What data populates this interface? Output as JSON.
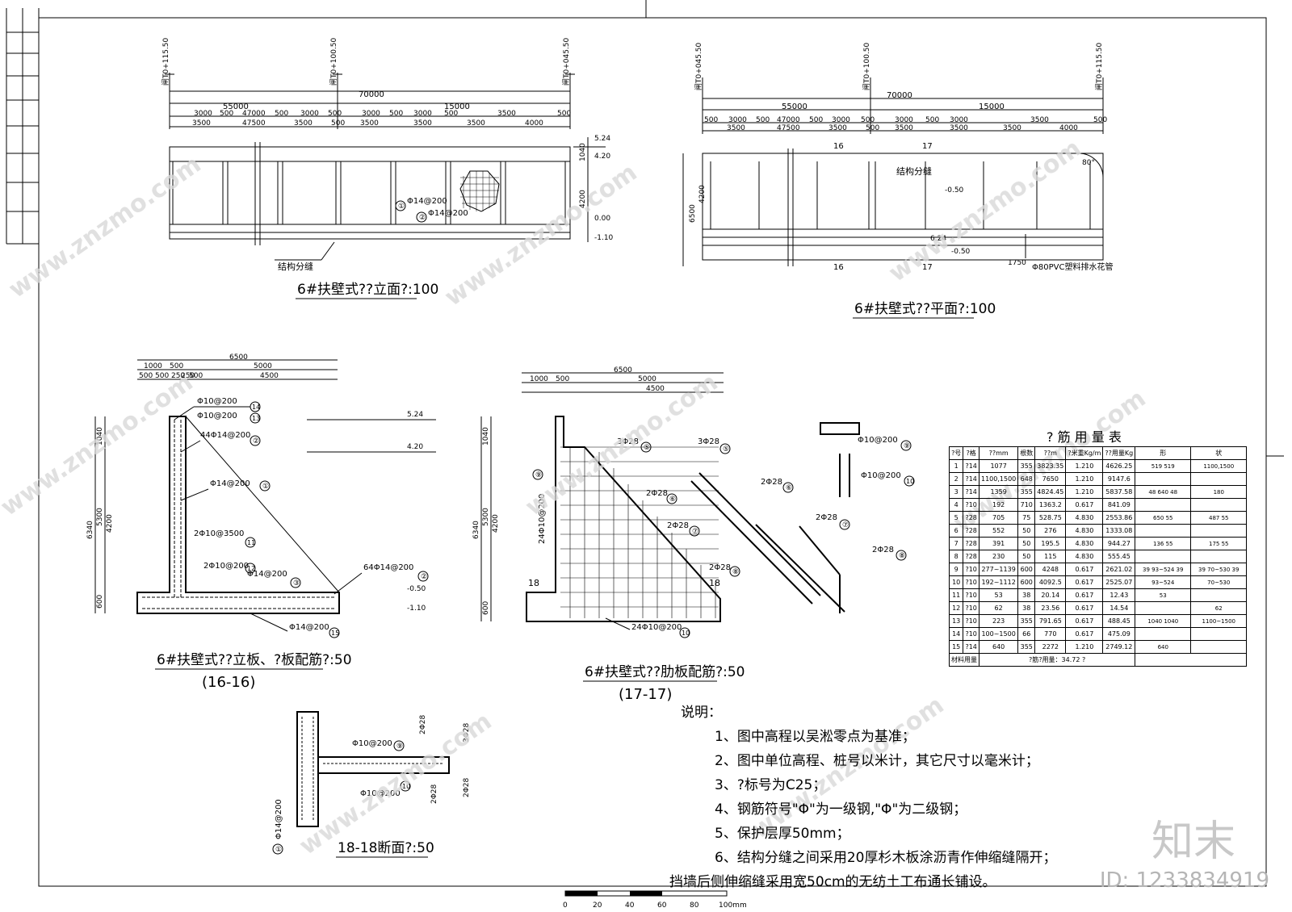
{
  "titles": {
    "elevation": "6#扶壁式??立面?:100",
    "plan": "6#扶壁式??平面?:100",
    "section16": "6#扶壁式??立板、?板配筋?:50",
    "section16_sub": "(16-16)",
    "section17": "6#扶壁式??肋板配筋?:50",
    "section17_sub": "(17-17)",
    "section18": "18-18断面?:50",
    "qty_table": "? 筋 用 量 表"
  },
  "stations": [
    "闸T0+115.50",
    "闸T0+100.50",
    "闸T0+045.50"
  ],
  "dims": {
    "top": "70000",
    "mid_a": "55000",
    "mid_b": "15000",
    "row1": [
      "3000",
      "500",
      "47000",
      "500",
      "3000",
      "500",
      "3000",
      "500",
      "3000",
      "500",
      "3500",
      "500"
    ],
    "row2": [
      "3500",
      "47500",
      "3500",
      "500",
      "3500",
      "3500",
      "3500",
      "4000"
    ],
    "sec_total": "6500",
    "sec_a": "1000",
    "sec_b": "500",
    "sec_c": "5000",
    "sec_row2": [
      "500",
      "500",
      "250",
      "250",
      "500",
      "4500"
    ],
    "heights": [
      "1040",
      "4200",
      "6340",
      "5300",
      "600",
      "500",
      "6500"
    ]
  },
  "elevations": [
    "5.24",
    "4.20",
    "0.00",
    "-1.10",
    "-0.50",
    "6.24"
  ],
  "labels": {
    "joint": "结构分缝",
    "pipe": "Φ80PVC塑料排水花管",
    "pipe_dim": "1750",
    "s16": "16",
    "s17": "17",
    "s18": "18",
    "angle": "80°"
  },
  "rebars": {
    "r1": "Φ14@200",
    "r2": "Φ14@200",
    "r14": "Φ10@200",
    "r13": "Φ10@200",
    "r2b": "44Φ14@200",
    "r11": "2Φ10@3500",
    "r12": "2Φ10@200",
    "r3": "Φ14@200",
    "r2c": "64Φ14@200",
    "r15": "Φ14@200",
    "r9v": "24Φ10@200",
    "r10h": "24Φ10@200",
    "r5": "3Φ28",
    "r6": "2Φ28",
    "r7": "2Φ28",
    "r8": "2Φ28",
    "r9": "Φ10@200",
    "r10": "Φ10@200"
  },
  "notes": {
    "heading": "说明：",
    "items": [
      "1、图中高程以吴淞零点为基准；",
      "2、图中单位高程、桩号以米计，其它尺寸以毫米计；",
      "3、?标号为C25；",
      "4、钢筋符号\"Φ\"为一级钢,\"Φ\"为二级钢；",
      "5、保护层厚50mm；",
      "6、结构分缝之间采用20厚杉木板涂沥青作伸缩缝隔开；",
      "挡墙后侧伸缩缝采用宽50cm的无纺土工布通长铺设。"
    ]
  },
  "qty_table": {
    "headers": [
      "?号",
      "?格",
      "??mm",
      "根数",
      "??m",
      "?米重Kg/m",
      "??用量Kg",
      "形",
      "状"
    ],
    "rows": [
      [
        "1",
        "?14",
        "1077",
        "355",
        "3823.35",
        "1.210",
        "4626.25"
      ],
      [
        "2",
        "?14",
        "1100,1500",
        "648",
        "7650",
        "1.210",
        "9147.6"
      ],
      [
        "3",
        "?14",
        "1359",
        "355",
        "4824.45",
        "1.210",
        "5837.58"
      ],
      [
        "4",
        "?10",
        "192",
        "710",
        "1363.2",
        "0.617",
        "841.09"
      ],
      [
        "5",
        "?28",
        "705",
        "75",
        "528.75",
        "4.830",
        "2553.86"
      ],
      [
        "6",
        "?28",
        "552",
        "50",
        "276",
        "4.830",
        "1333.08"
      ],
      [
        "7",
        "?28",
        "391",
        "50",
        "195.5",
        "4.830",
        "944.27"
      ],
      [
        "8",
        "?28",
        "230",
        "50",
        "115",
        "4.830",
        "555.45"
      ],
      [
        "9",
        "?10",
        "277~1139",
        "600",
        "4248",
        "0.617",
        "2621.02"
      ],
      [
        "10",
        "?10",
        "192~1112",
        "600",
        "4092.5",
        "0.617",
        "2525.07"
      ],
      [
        "11",
        "?10",
        "53",
        "38",
        "20.14",
        "0.617",
        "12.43"
      ],
      [
        "12",
        "?10",
        "62",
        "38",
        "23.56",
        "0.617",
        "14.54"
      ],
      [
        "13",
        "?10",
        "223",
        "355",
        "791.65",
        "0.617",
        "488.45"
      ],
      [
        "14",
        "?10",
        "100~1500",
        "66",
        "770",
        "0.617",
        "475.09"
      ],
      [
        "15",
        "?14",
        "640",
        "355",
        "2272",
        "1.210",
        "2749.12"
      ]
    ],
    "footer_label": "材料用量",
    "footer_value": "?筋?用量：34.72 ?",
    "shape_notes": [
      "519",
      "519",
      "1100,1500",
      "640",
      "48",
      "48",
      "180",
      "650",
      "55",
      "487",
      "55",
      "136",
      "55",
      "175",
      "55",
      "93~524",
      "39",
      "70~530",
      "39",
      "93~524",
      "70~530",
      "53",
      "62",
      "1040",
      "1040",
      "1100~1500",
      "640"
    ]
  },
  "scale": {
    "ticks": [
      "0",
      "20",
      "40",
      "60",
      "80",
      "100mm"
    ]
  },
  "watermark": {
    "site": "www.znzmo.com",
    "brand": "知末",
    "id": "ID: 1233834919"
  }
}
